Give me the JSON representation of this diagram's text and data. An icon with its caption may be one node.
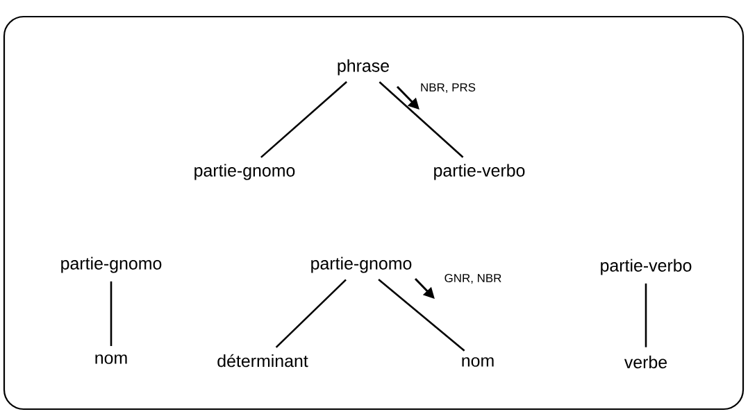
{
  "diagram": {
    "nodes": [
      {
        "text": [
          "phrase"
        ]
      },
      {
        "text": [
          "partie-gnomo"
        ]
      },
      {
        "text": [
          "partie-verbo"
        ]
      },
      {
        "text": [
          "partie-gnomo"
        ]
      },
      {
        "text": [
          "nom"
        ]
      },
      {
        "text": [
          "partie-gnomo"
        ]
      },
      {
        "text": [
          "déterminant"
        ]
      },
      {
        "text": [
          "nom"
        ]
      },
      {
        "text": [
          "partie-verbo"
        ]
      },
      {
        "text": [
          "verbe"
        ]
      }
    ],
    "edges": [
      {
        "from": 0,
        "to": 1,
        "arrow": "none"
      },
      {
        "from": 0,
        "to": 2,
        "arrow": "none"
      },
      {
        "from": 3,
        "to": 4,
        "arrow": "none"
      },
      {
        "from": 5,
        "to": 6,
        "arrow": "none"
      },
      {
        "from": 5,
        "to": 7,
        "arrow": "none"
      },
      {
        "from": 8,
        "to": 9,
        "arrow": "none"
      }
    ],
    "labels": [
      "NBR, PRS",
      "GNR, NBR"
    ]
  }
}
